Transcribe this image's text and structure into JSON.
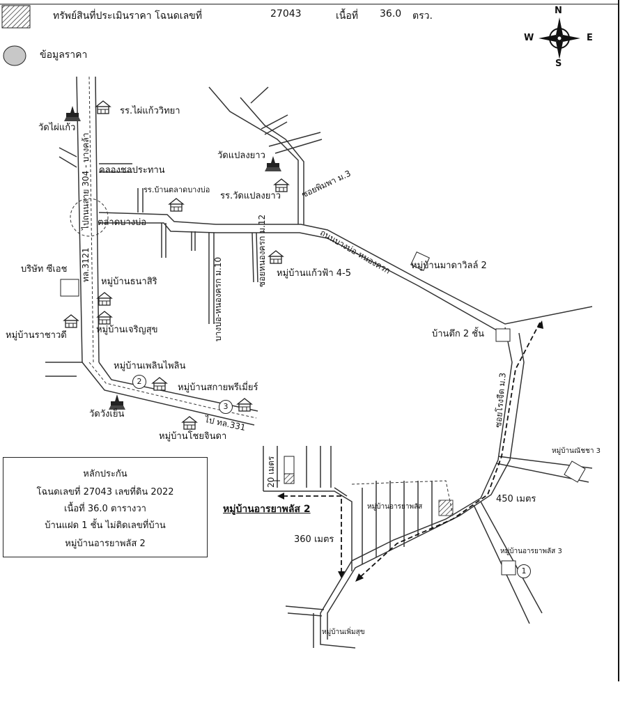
{
  "header": {
    "legend_hatch_label": "ทรัพย์สินที่ประเมินราคา โฉนดเลขที่",
    "deed_number": "27043",
    "area_label": "เนื้อที่",
    "area_value": "36.0",
    "area_unit": "ตรว.",
    "legend_circle_label": "ข้อมูลราคา"
  },
  "compass": {
    "n": "N",
    "s": "S",
    "e": "E",
    "w": "W"
  },
  "roads": {
    "highway_304": "ไปถนนสาย 304 - บางคล้า",
    "rd_3121": "ทล.3121",
    "canal": "คลองชลประทาน",
    "soi_phimpha": "ซอยพิมพา ม.3",
    "bangbo_nongkhrok": "ถนนบางบ่อ-หนองครก",
    "bangbo_nongkhrok_m10": "บางบ่อ-หนองครก ม.10",
    "soi_m12": "ซอยหนองครก ม.12",
    "soi_rongchu": "ซอยโรงจืด ม.3",
    "rd_331": "ไป ทล.331"
  },
  "places": {
    "rr_phaikaew": "รร.ไผ่แก้ววิทยา",
    "wat_phaikaew": "วัดไผ่แก้ว",
    "rr_talatbangbo": "รร.บ้านตลาดบางบ่อ",
    "talat_bangbo": "ตลาดบางบ่อ",
    "wat_plaengyao": "วัดแปลงยาว",
    "rr_wat_plaengyao": "รร.วัดแปลงยาว",
    "mb_kaewfa": "หมู่บ้านแก้วฟ้า 4-5",
    "mb_madavilla": "หมู่บ้านมาดาวิลล์ 2",
    "company_cs": "บริษัท ซีเอช",
    "mb_thanasiri": "หมู่บ้านธนาสิริ",
    "mb_ratchawadi": "หมู่บ้านราชาวดี",
    "mb_charoensuk": "หมู่บ้านเจริญสุข",
    "ban_tuek": "บ้านตึก 2 ชั้น",
    "mb_ploenphailin": "หมู่บ้านเพลินไพลิน",
    "mb_sakai": "หมู่บ้านสกายพรีเมี่ยร์",
    "wat_wangyen": "วัดวังเย็น",
    "mb_chaichinda": "หมู่บ้านโชยจินดา",
    "mb_natcha": "หมู่บ้านณัชชา 3",
    "mb_araya2": "หมู่บ้านอารยาพลัส 2",
    "mb_araya_plot": "หมู่บ้านอารยาพลัส",
    "mb_araya3": "หมู่บ้านอารยาพลัส 3",
    "mb_phoemsuk": "หมู่บ้านเพิ่มสุข"
  },
  "distances": {
    "d20": "20 เมตร",
    "d360": "360 เมตร",
    "d450": "450 เมตร"
  },
  "markers": [
    "1",
    "2",
    "3"
  ],
  "collateral": {
    "title": "หลักประกัน",
    "line1": "โฉนดเลขที่ 27043  เลขที่ดิน 2022",
    "line2": "เนื้อที่ 36.0 ตารางวา",
    "line3": "บ้านแฝด  1 ชั้น ไม่ติดเลขที่บ้าน",
    "line4": "หมู่บ้านอารยาพลัส  2"
  },
  "colors": {
    "ink": "#111111",
    "circle_fill": "#c8c8c8",
    "line": "#333333"
  }
}
